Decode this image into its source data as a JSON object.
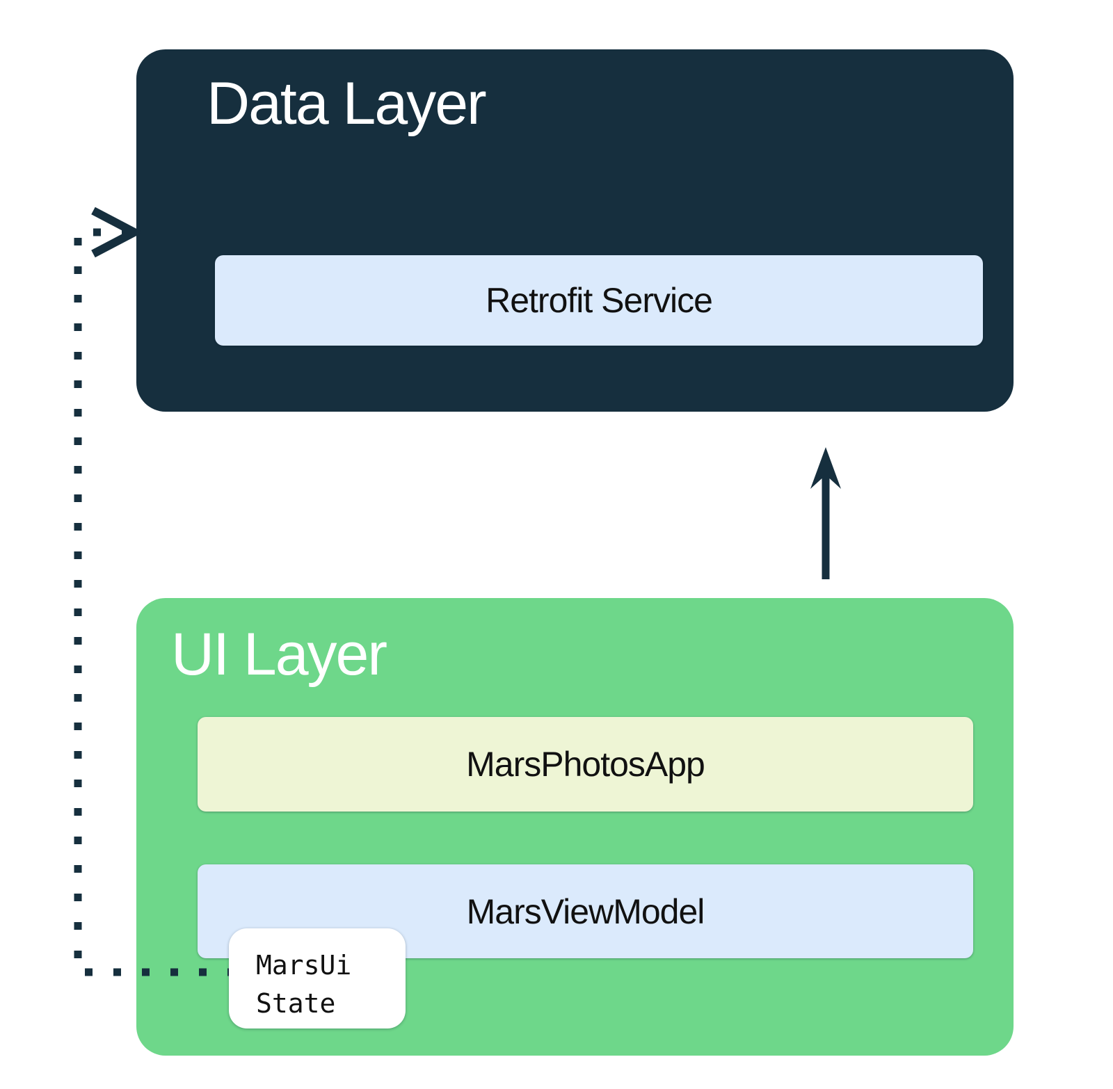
{
  "colors": {
    "navy": "#162f3e",
    "green": "#6ed78a",
    "light_blue": "#dbeafc",
    "pale_yellow": "#eef5d5",
    "chip_white": "#ffffff",
    "label_text": "#111111",
    "title_text": "#ffffff"
  },
  "data_layer": {
    "title": "Data Layer",
    "service_label": "Retrofit Service"
  },
  "ui_layer": {
    "title": "UI Layer",
    "app_label": "MarsPhotosApp",
    "viewmodel_label": "MarsViewModel",
    "ui_state_chip": {
      "line1": "MarsUi",
      "line2": "State"
    }
  },
  "icons": {
    "solid_arrow": "arrow-up-solid",
    "dotted_connector": "dotted-elbow-arrow-right"
  }
}
